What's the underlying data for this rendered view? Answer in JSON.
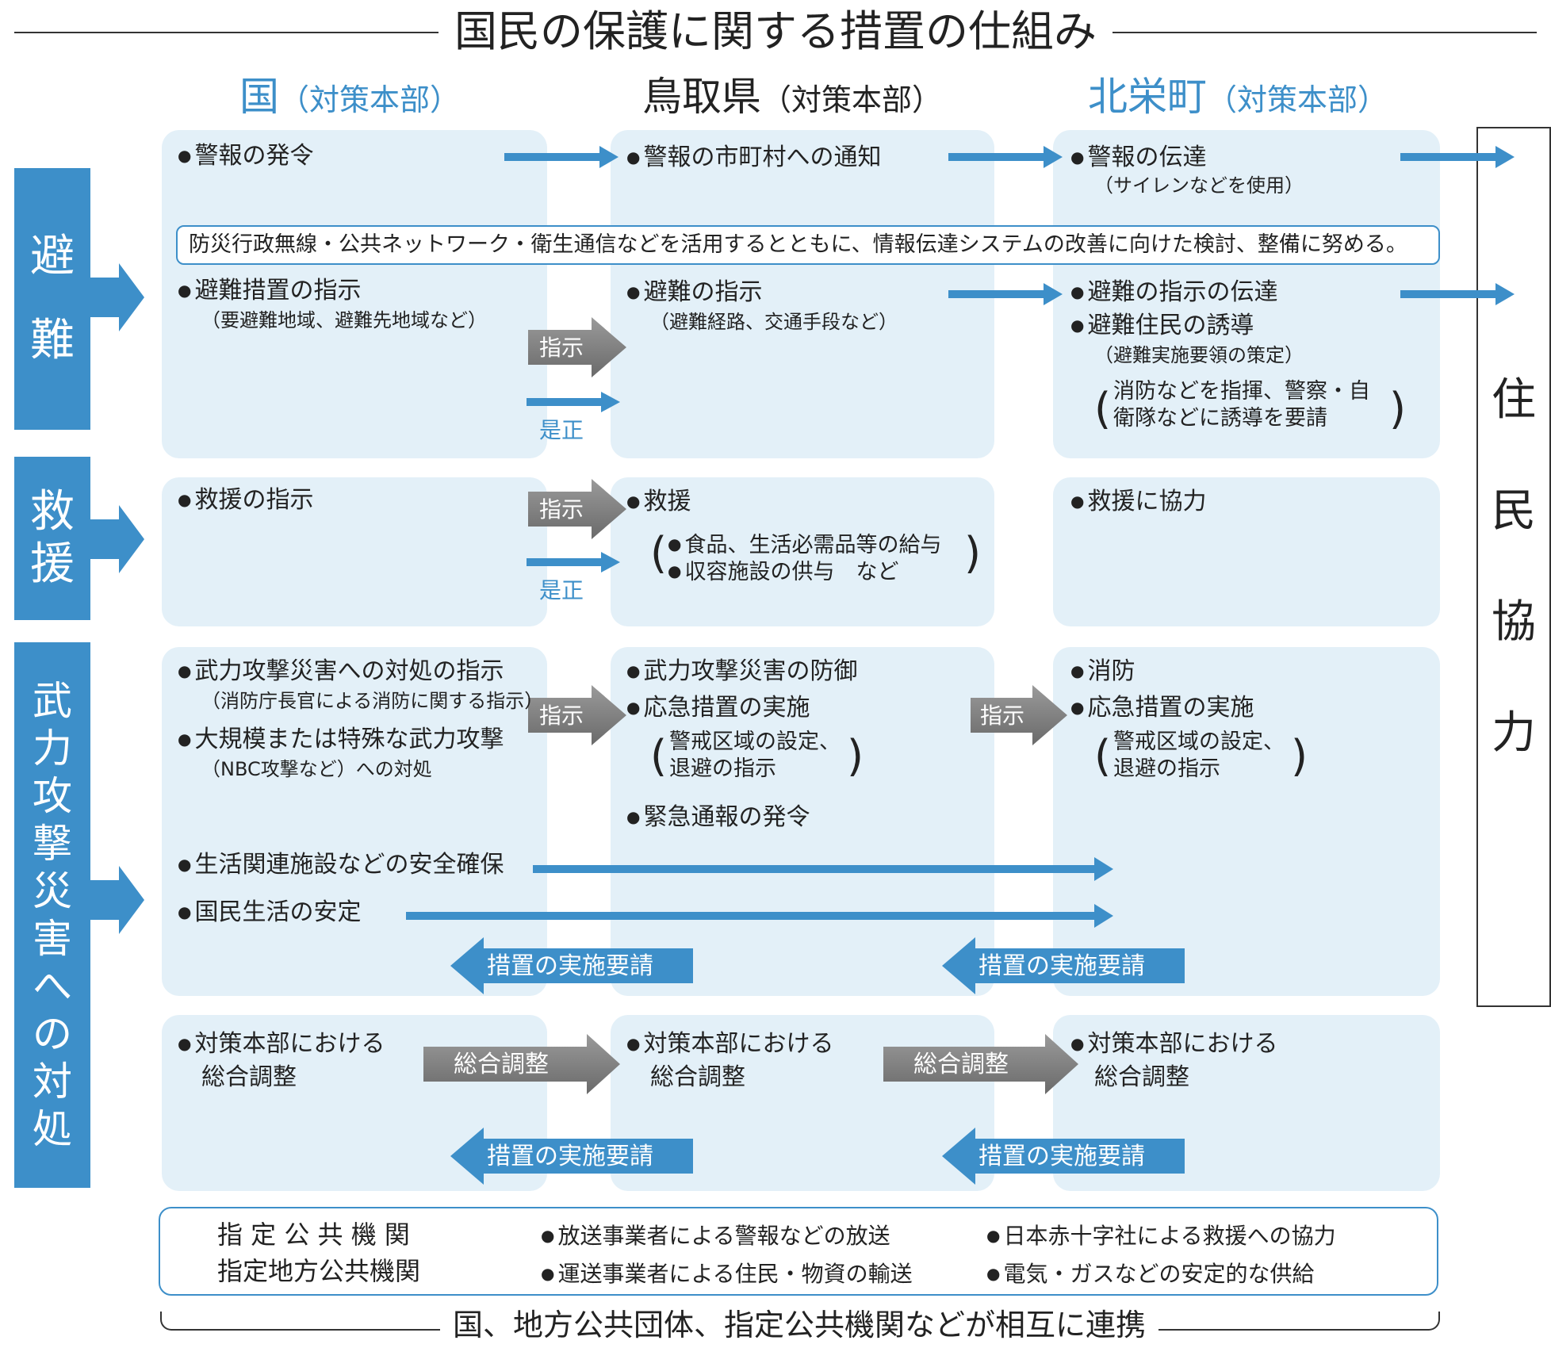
{
  "title": "国民の保護に関する措置の仕組み",
  "columns": {
    "national": {
      "name": "国",
      "sub": "（対策本部）"
    },
    "prefecture": {
      "name": "鳥取県",
      "sub": "（対策本部）"
    },
    "town": {
      "name": "北栄町",
      "sub": "（対策本部）"
    }
  },
  "categories": {
    "evacuation": [
      "避",
      "難"
    ],
    "relief": [
      "救",
      "援"
    ],
    "armed_attack": [
      "武",
      "力",
      "攻",
      "撃",
      "災",
      "害",
      "へ",
      "の",
      "対",
      "処"
    ]
  },
  "residents": [
    "住",
    "民",
    "協",
    "力"
  ],
  "warning": {
    "national": "警報の発令",
    "prefecture": "警報の市町村への通知",
    "town": "警報の伝達",
    "town_note": "（サイレンなどを使用）"
  },
  "info_note": "防災行政無線・公共ネットワーク・衛生通信などを活用するとともに、情報伝達システムの改善に向けた検討、整備に努める。",
  "evacuation": {
    "national": "避難措置の指示",
    "national_note": "（要避難地域、避難先地域など）",
    "prefecture": "避難の指示",
    "prefecture_note": "（避難経路、交通手段など）",
    "town_1": "避難の指示の伝達",
    "town_2": "避難住民の誘導",
    "town_note": "（避難実施要領の策定）",
    "town_paren_1": "消防などを指揮、警察・自",
    "town_paren_2": "衛隊などに誘導を要請"
  },
  "relief": {
    "national": "救援の指示",
    "prefecture": "救援",
    "prefecture_item_1": "食品、生活必需品等の給与",
    "prefecture_item_2": "収容施設の供与　など",
    "town": "救援に協力"
  },
  "armed": {
    "national_1": "武力攻撃災害への対処の指示",
    "national_1_note": "（消防庁長官による消防に関する指示）",
    "national_2": "大規模または特殊な武力攻撃",
    "national_2_note": "（NBC攻撃など）への対処",
    "prefecture_1": "武力攻撃災害の防御",
    "prefecture_2": "応急措置の実施",
    "prefecture_paren_1": "警戒区域の設定、",
    "prefecture_paren_2": "退避の指示",
    "prefecture_3": "緊急通報の発令",
    "town_1": "消防",
    "town_2": "応急措置の実施",
    "town_paren_1": "警戒区域の設定、",
    "town_paren_2": "退避の指示",
    "life_facility": "生活関連施設などの安全確保",
    "life_stability": "国民生活の安定"
  },
  "coordination": {
    "national_1": "対策本部における",
    "national_2": "総合調整",
    "prefecture_1": "対策本部における",
    "prefecture_2": "総合調整",
    "town_1": "対策本部における",
    "town_2": "総合調整"
  },
  "arrow_labels": {
    "instruct": "指示",
    "correct": "是正",
    "request": "措置の実施要請",
    "coordinate": "総合調整"
  },
  "designated": {
    "label_1": "指 定 公 共 機 関",
    "label_2": "指定地方公共機関",
    "item_1": "放送事業者による警報などの放送",
    "item_2": "運送事業者による住民・物資の輸送",
    "item_3": "日本赤十字社による救援への協力",
    "item_4": "電気・ガスなどの安定的な供給"
  },
  "footer": "国、地方公共団体、指定公共機関などが相互に連携",
  "colors": {
    "accent": "#3d8fc9",
    "panel": "#e3f0f8",
    "gray_arrow": "#8a8a8a"
  }
}
